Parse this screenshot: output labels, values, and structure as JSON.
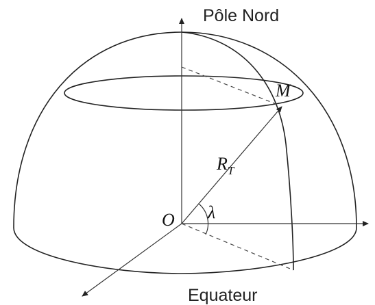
{
  "labels": {
    "north_pole": "Pôle Nord",
    "point_m": "M",
    "radius": "R",
    "radius_subscript": "T",
    "origin": "O",
    "latitude": "λ",
    "equator": "Equateur"
  },
  "colors": {
    "stroke": "#222222",
    "background": "#ffffff"
  }
}
